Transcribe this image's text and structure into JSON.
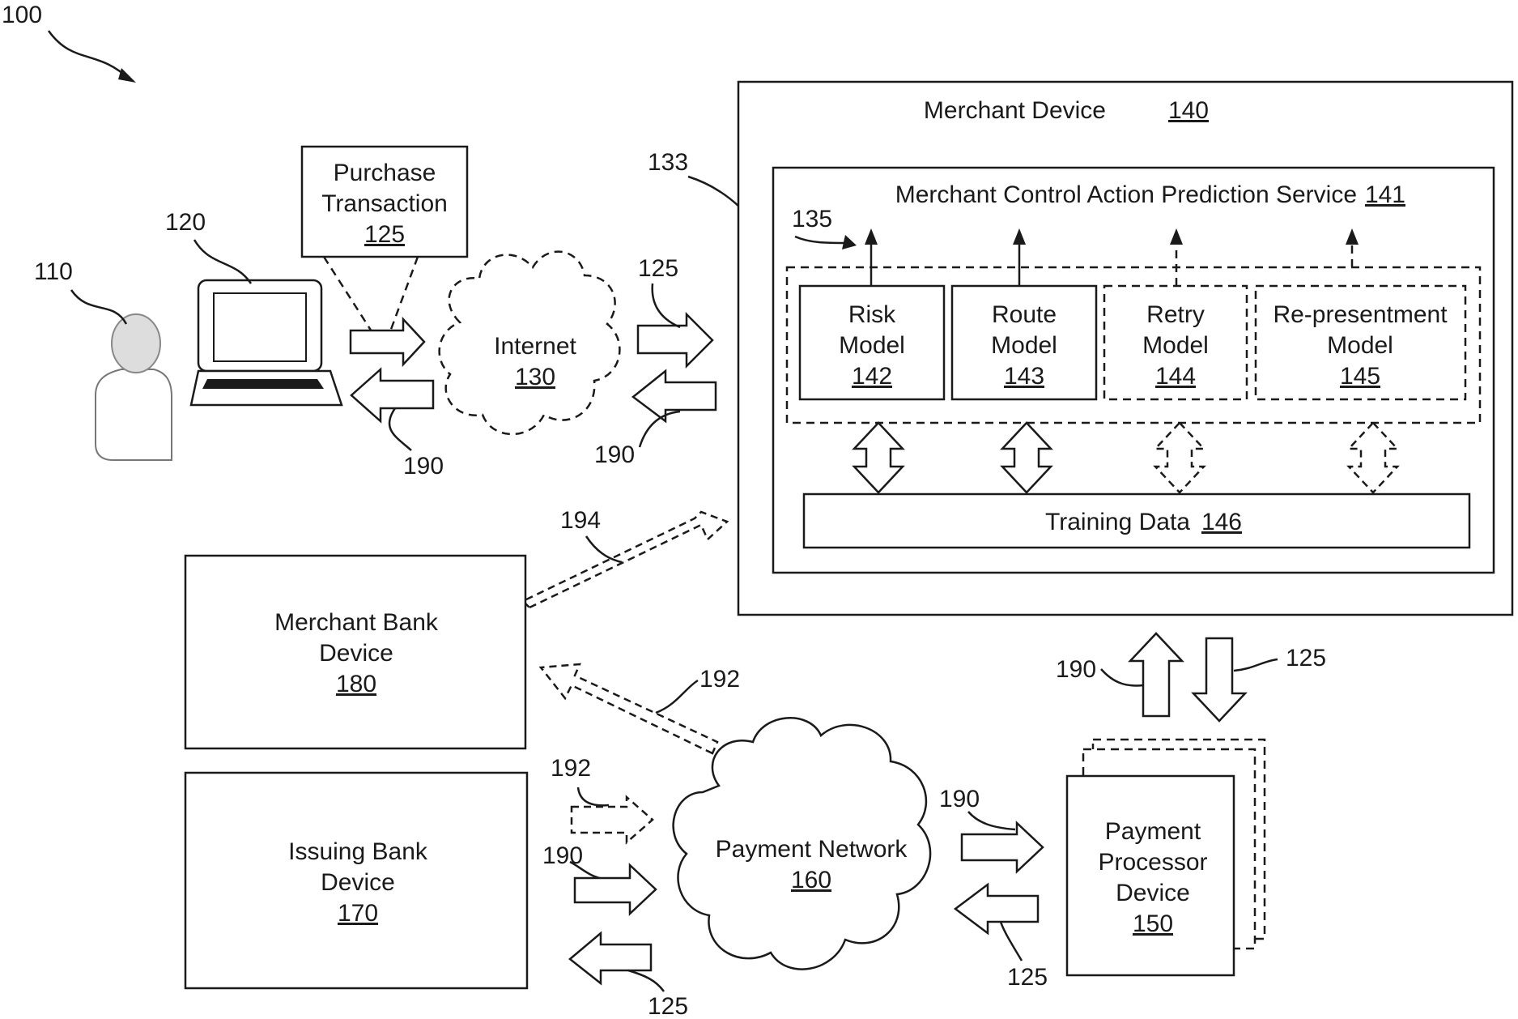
{
  "figure": {
    "ref": "100",
    "user_ref": "110",
    "laptop_ref": "120",
    "purchase": {
      "line1": "Purchase",
      "line2": "Transaction",
      "num": "125"
    },
    "internet": {
      "label": "Internet",
      "num": "130"
    },
    "merchant_device": {
      "label": "Merchant Device",
      "num": "140"
    },
    "service": {
      "label": "Merchant Control Action Prediction Service",
      "num": "141"
    },
    "group_ref": "135",
    "link_ref": "133",
    "models": [
      {
        "line1": "Risk",
        "line2": "Model",
        "num": "142"
      },
      {
        "line1": "Route",
        "line2": "Model",
        "num": "143"
      },
      {
        "line1": "Retry",
        "line2": "Model",
        "num": "144"
      },
      {
        "line1": "Re-presentment",
        "line2": "Model",
        "num": "145"
      }
    ],
    "training": {
      "label": "Training Data",
      "num": "146"
    },
    "merchant_bank": {
      "line1": "Merchant Bank",
      "line2": "Device",
      "num": "180"
    },
    "issuing_bank": {
      "line1": "Issuing Bank",
      "line2": "Device",
      "num": "170"
    },
    "payment_network": {
      "label": "Payment Network",
      "num": "160"
    },
    "processor": {
      "line1": "Payment",
      "line2": "Processor",
      "line3": "Device",
      "num": "150"
    },
    "arrow_refs": {
      "laptop_out": "190",
      "internet_in": "125",
      "internet_out": "190",
      "merchant_bank_to_merchant": "194",
      "network_to_merchant_bank": "192",
      "issuing_dashed": "192",
      "issuing_in": "190",
      "issuing_out": "125",
      "network_to_processor": "190",
      "processor_to_network": "125",
      "processor_up": "190",
      "merchant_down": "125"
    }
  }
}
